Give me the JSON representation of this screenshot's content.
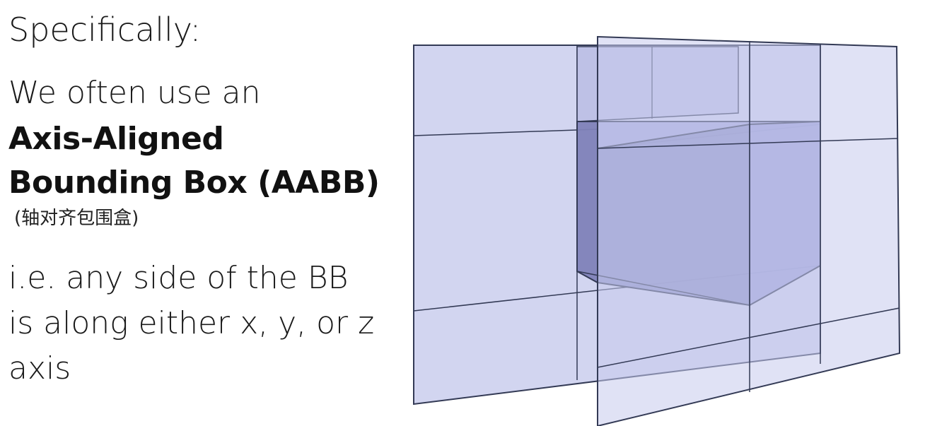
{
  "slide": {
    "heading": "Specifically:",
    "intro": "We often use an",
    "term_line1": "Axis-Aligned",
    "term_line2": "Bounding Box (AABB)",
    "term_cn": "(轴对齐包围盒)",
    "desc_lines": [
      "i.e. any side of the BB",
      "is along either x, y, or z",
      "axis"
    ]
  },
  "colors": {
    "slab_fill": "#cdd0ee",
    "slab_stroke": "#333a55",
    "box_side": "#8285bd",
    "box_front": "#9c9fd8",
    "box_top": "#b8bbea",
    "text": "#1a1a1a"
  }
}
